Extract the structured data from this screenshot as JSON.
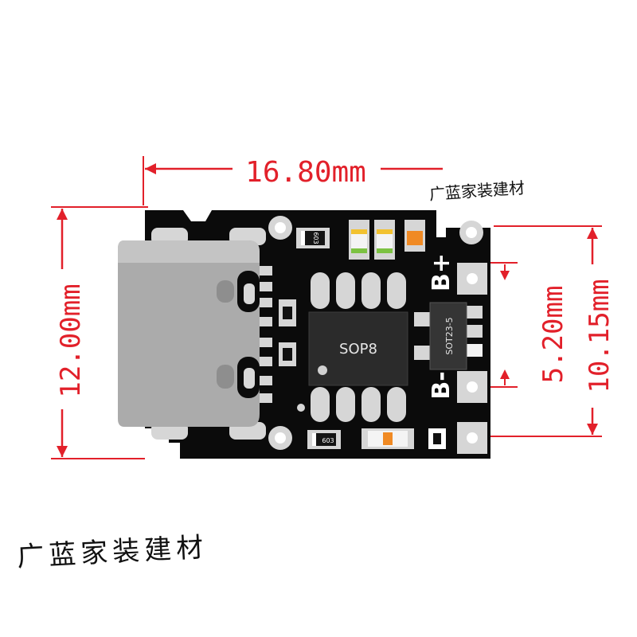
{
  "dimensions": {
    "width": "16.80mm",
    "height_left": "12.00mm",
    "height_inner": "5.20mm",
    "height_right": "10.15mm"
  },
  "board": {
    "chip_main": "SOP8",
    "chip_small": "SOT23-5",
    "resistor_top": "603",
    "resistor_bottom": "603",
    "pad_bplus": "B+",
    "pad_bminus": "B-"
  },
  "watermark": {
    "top": "广蓝家装建材",
    "bottom": "广蓝家装建材"
  },
  "colors": {
    "dimension_red": "#e2202a",
    "board_black": "#0b0b0b",
    "pad_silver": "#d6d6d6",
    "connector_gray": "#a9a9a9",
    "smd_orange": "#f08a24",
    "led_green": "#7cc242",
    "led_yellow": "#f2c230"
  }
}
